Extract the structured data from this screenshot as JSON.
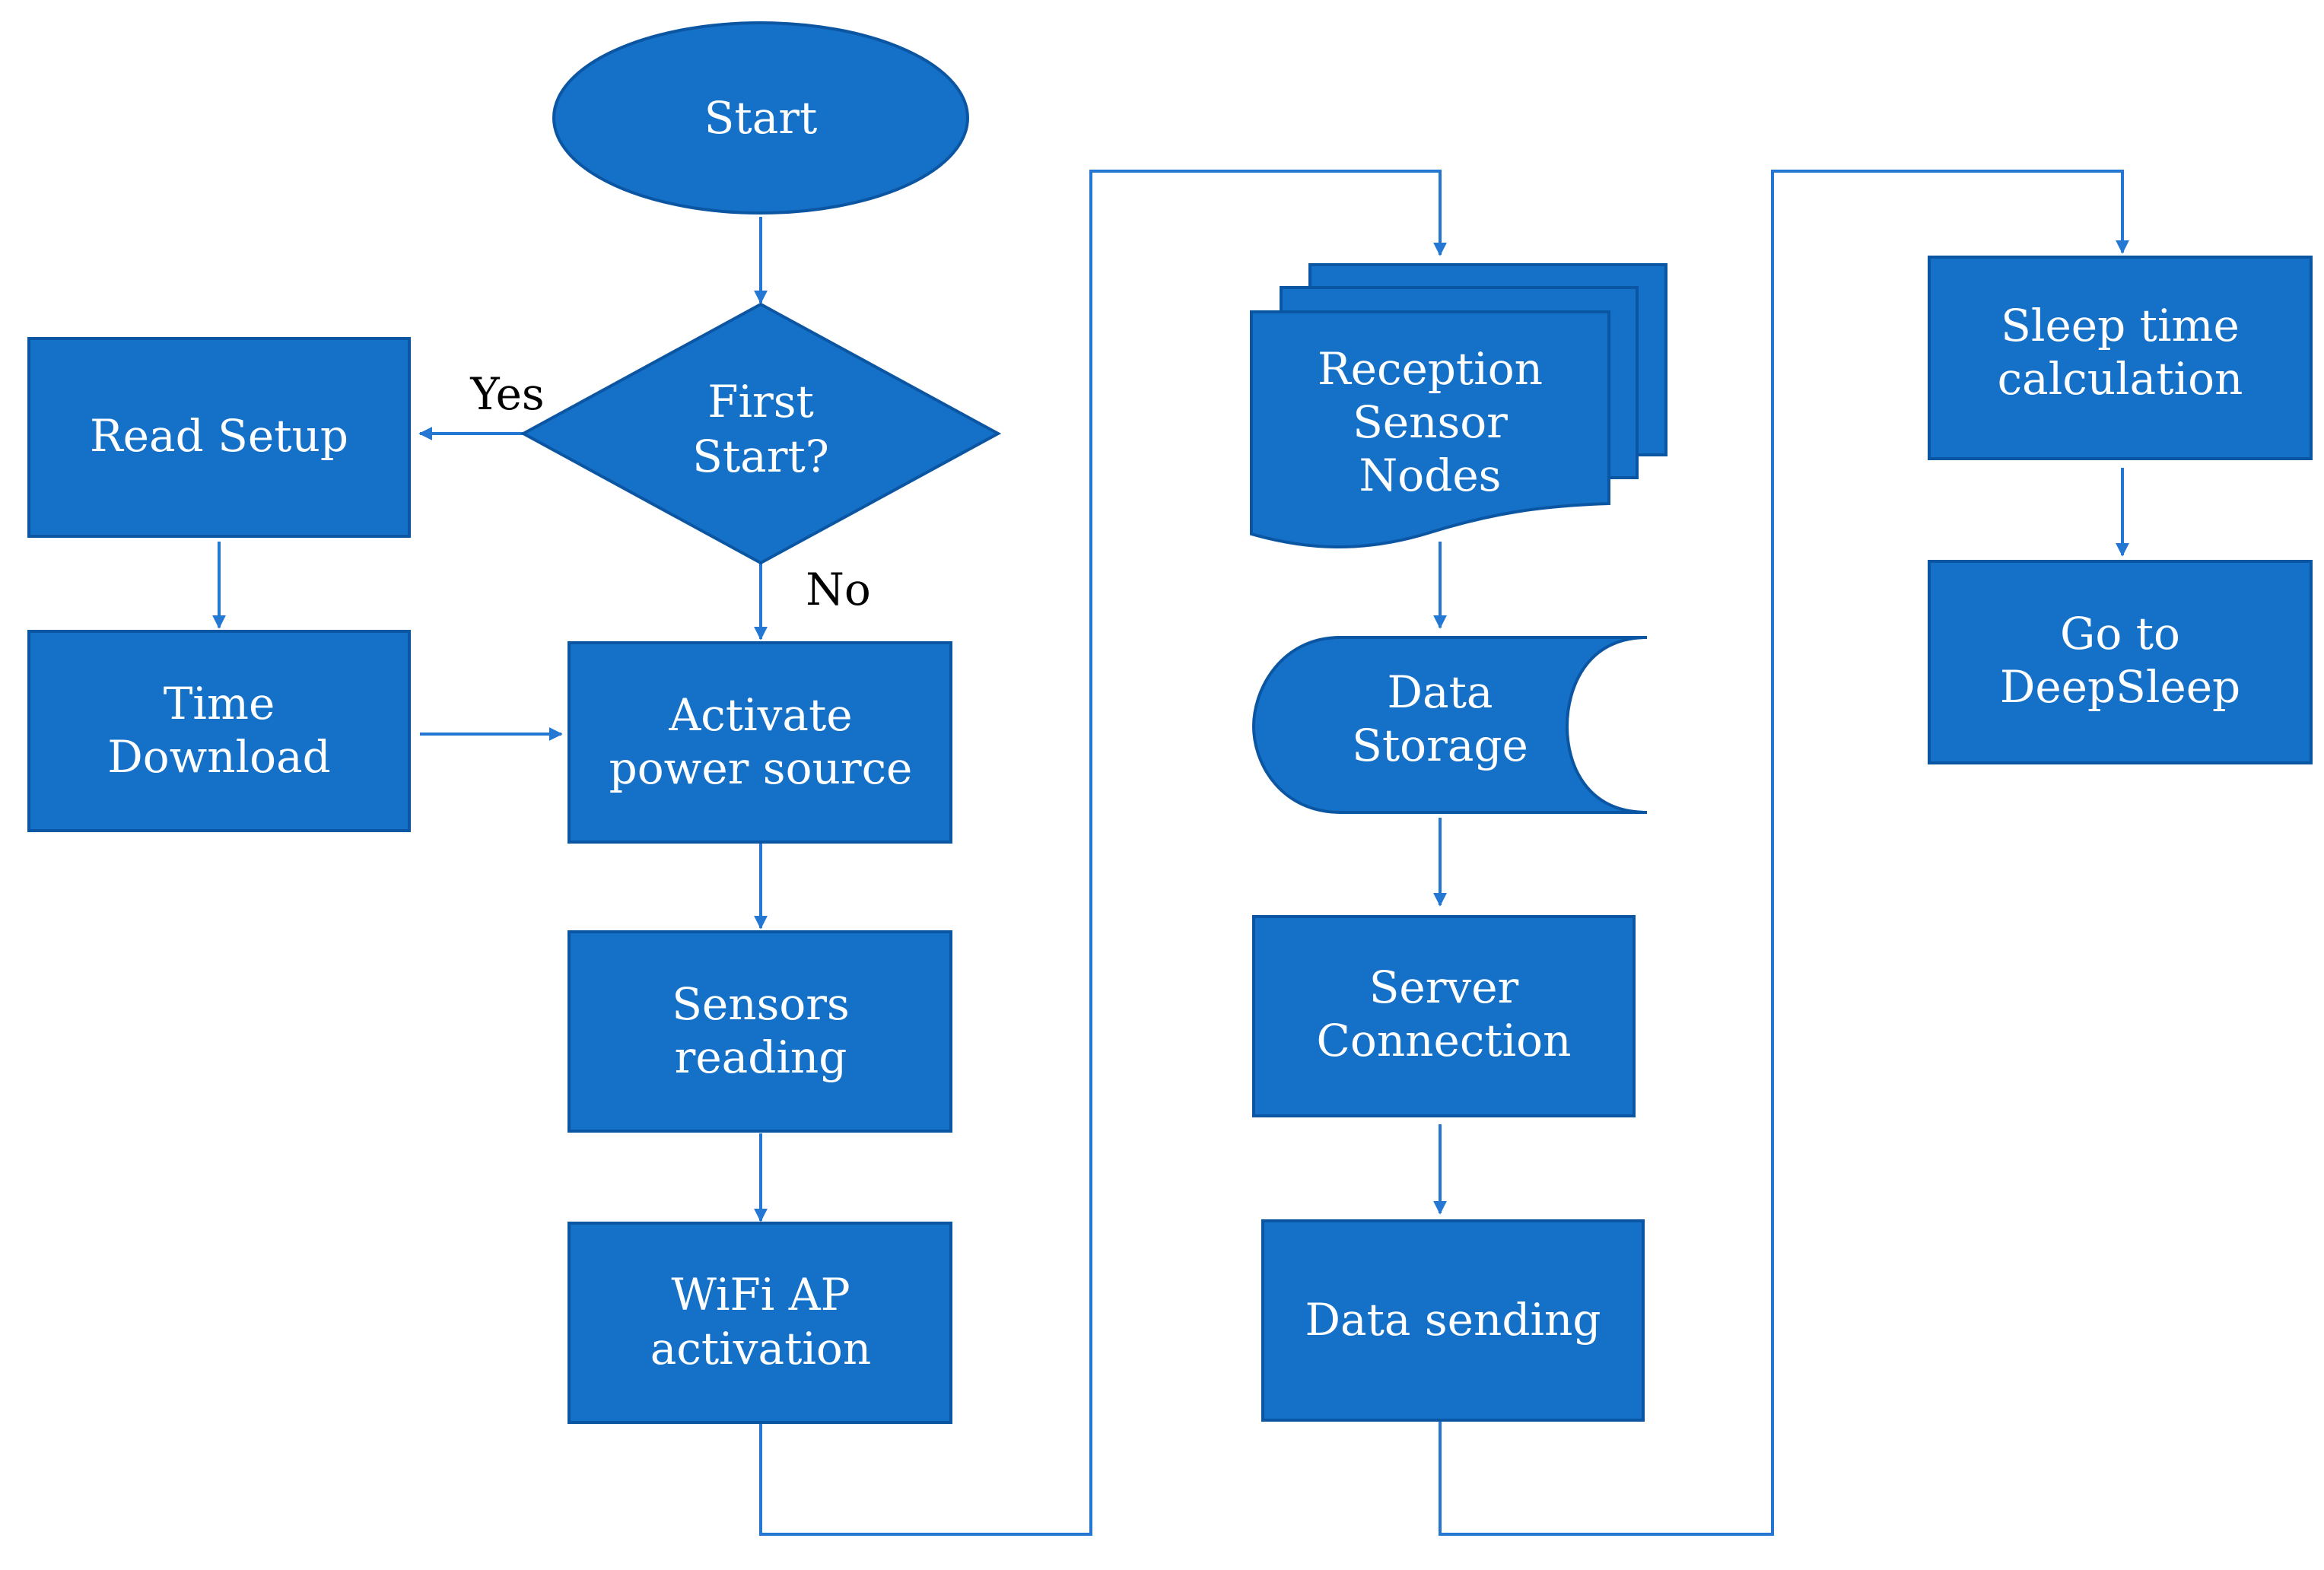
{
  "nodes": {
    "start": [
      "Start"
    ],
    "first_start": [
      "First",
      "Start?"
    ],
    "read_setup": [
      "Read Setup"
    ],
    "time_download": [
      "Time",
      "Download"
    ],
    "activate_power": [
      "Activate",
      "power source"
    ],
    "sensors_reading": [
      "Sensors",
      "reading"
    ],
    "wifi_ap": [
      "WiFi AP",
      "activation"
    ],
    "reception": [
      "Reception",
      "Sensor",
      "Nodes"
    ],
    "data_storage": [
      "Data",
      "Storage"
    ],
    "server_connection": [
      "Server",
      "Connection"
    ],
    "data_sending": [
      "Data sending"
    ],
    "sleep_time": [
      "Sleep time",
      "calculation"
    ],
    "go_deepsleep": [
      "Go to",
      "DeepSleep"
    ]
  },
  "edge_labels": {
    "yes": "Yes",
    "no": "No"
  },
  "colors": {
    "node_fill": "#1570C8",
    "node_stroke": "#0B56A3",
    "connector": "#2478D3",
    "node_text": "#ffffff",
    "label_text": "#000000"
  }
}
